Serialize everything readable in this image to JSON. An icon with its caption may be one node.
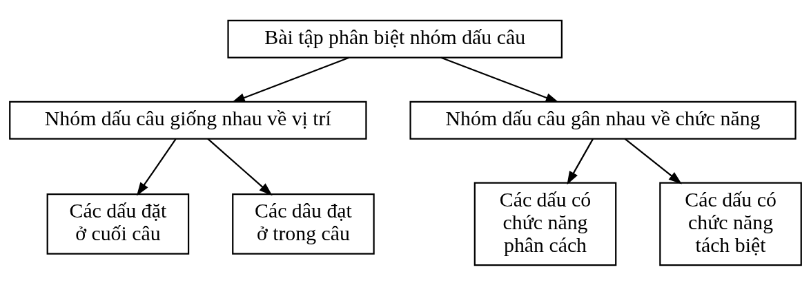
{
  "diagram": {
    "nodes": [
      {
        "text": [
          "Bài tập phân biệt nhóm dấu câu"
        ]
      },
      {
        "text": [
          "Nhóm dấu câu giống nhau về vị trí"
        ]
      },
      {
        "text": [
          "Nhóm dấu câu gân nhau về chức năng"
        ]
      },
      {
        "text": [
          "Các dấu đặt ở cuối câu"
        ]
      },
      {
        "text": [
          "Các dâu đạt ở trong câu"
        ]
      },
      {
        "text": [
          "Các dấu có chức năng phân cách"
        ]
      },
      {
        "text": [
          "Các dấu có chức năng tách biệt"
        ]
      }
    ],
    "edges": [
      {
        "from": 0,
        "to": 1,
        "arrow": "to"
      },
      {
        "from": 0,
        "to": 2,
        "arrow": "to"
      },
      {
        "from": 1,
        "to": 3,
        "arrow": "to"
      },
      {
        "from": 1,
        "to": 4,
        "arrow": "to"
      },
      {
        "from": 2,
        "to": 5,
        "arrow": "to"
      },
      {
        "from": 2,
        "to": 6,
        "arrow": "to"
      }
    ]
  }
}
